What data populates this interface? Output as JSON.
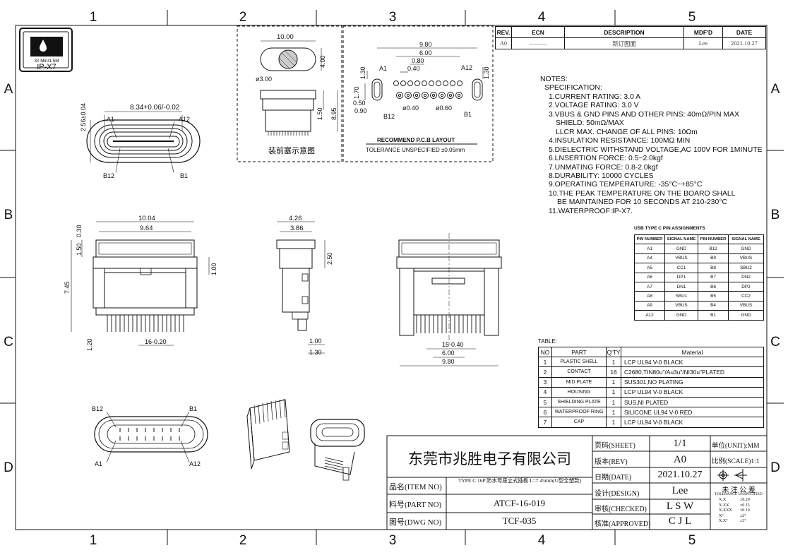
{
  "grid_labels": {
    "columns": [
      "1",
      "2",
      "3",
      "4",
      "5"
    ],
    "rows": [
      "A",
      "B",
      "C",
      "D"
    ]
  },
  "logo": {
    "line1": "30 Min/1.5M",
    "line2": "IP-X7"
  },
  "revision_table": {
    "headers": [
      "REV.",
      "ECN",
      "DESCRIPTION",
      "MDF'D",
      "DATE"
    ],
    "row": {
      "rev": "A0",
      "ecn": "———",
      "description": "新订图面",
      "mdfd": "Lee",
      "date": "2021.10.27"
    }
  },
  "notes": [
    "NOTES:",
    "SPECIFICATION:",
    "1.CURRENT RATING: 3.0 A",
    "2.VOLTAGE RATING: 3.0 V",
    "3.VBUS & GND PINS AND OTHER PINS: 40mΩ/PIN MAX",
    "SHIELD: 50mΩ/MAX",
    "LLCR MAX. CHANGE OF ALL PINS: 10Ωm",
    "4.INSULATION RESISTANCE:  100MΩ MIN",
    "5.DIELECTRIC WITHSTAND VOLTAGE,AC 100V FOR 1MINUTE",
    "6.LNSERTION FORCE: 0.5~2.0kgf",
    "7.UNMATING FORCE: 0.8-2.0kgf",
    "8.DURABILITY: 10000 CYCLES",
    "9.OPERATING TEMPERATURE: -35°C~+85°C",
    "10.THE PEAK TEMPERATURE ON THE BOARO SHALL",
    "BE MAINTAINED FOR 10 SECONDS AT 210-230°C",
    "11.WATERPROOF:IP-X7."
  ],
  "pin_assignments": {
    "title": "USB TYPE C PIN ASSIGNMENTS",
    "headers": [
      "PIN NUMBER",
      "SIGNAL NAME",
      "PIN NUMBER",
      "SIGNAL NAME"
    ],
    "rows": [
      [
        "A1",
        "GND",
        "B12",
        "GND"
      ],
      [
        "A4",
        "VBUS",
        "B9",
        "VBUS"
      ],
      [
        "A5",
        "CC1",
        "B8",
        "SBU2"
      ],
      [
        "A6",
        "DP1",
        "B7",
        "DN2"
      ],
      [
        "A7",
        "DN1",
        "B6",
        "DP2"
      ],
      [
        "A8",
        "SBU1",
        "B5",
        "CC2"
      ],
      [
        "A9",
        "VBUS",
        "B4",
        "VBUS"
      ],
      [
        "A12",
        "GND",
        "B1",
        "GND"
      ]
    ]
  },
  "material_table": {
    "title": "TABLE:",
    "headers": [
      "NO",
      "PART",
      "Q'TY",
      "Material"
    ],
    "rows": [
      [
        "1",
        "PLASTIC SHELL",
        "1",
        "LCP  UL94  V-0  BLACK"
      ],
      [
        "2",
        "CONTACT",
        "16",
        "C2680,TIN80u\"/Au3u\"/NI30u\"PLATED"
      ],
      [
        "3",
        "MID PLATE",
        "1",
        "SUS301,NO  PLATING"
      ],
      [
        "4",
        "HOUSING",
        "1",
        "LCP  UL94  V-0  BLACK"
      ],
      [
        "5",
        "SHIELDING PLATE",
        "1",
        "SUS,NI  PLATED"
      ],
      [
        "6",
        "WATERPROOF RING",
        "1",
        "SILICONE  UL94  V-0  RED"
      ],
      [
        "7",
        "CAP",
        "1",
        "LCP  UL94  V-0  BLACK"
      ]
    ]
  },
  "title_block": {
    "company": "东莞市兆胜电子有限公司",
    "item_no_label": "品名(ITEM NO)",
    "item_no": "TYPE C 16P 防水母座立式插板 L=7.45mm(U型全塑款)",
    "part_no_label": "料号(PART NO)",
    "part_no": "ATCF-16-019",
    "dwg_no_label": "图号(DWG NO)",
    "dwg_no": "TCF-035",
    "sheet_label": "页码(SHEET)",
    "sheet": "1/1",
    "rev_label": "版本(REV)",
    "rev": "A0",
    "date_label": "日期(DATE)",
    "date": "2021.10.27",
    "design_label": "设计(DESIGN)",
    "design": "Lee",
    "checked_label": "审核(CHECKED)",
    "checked": "L S W",
    "approved_label": "核准(APPROVED)",
    "approved": "C J L",
    "unit": "单位(UNIT):MM",
    "scale": "比例(SCALE)1:1",
    "tolerance_title": "未 注 公 差",
    "tolerance_subtitle": "TOLERANCE UNSPECIFIED",
    "tolerances": [
      [
        "X.X",
        "±0.20"
      ],
      [
        "X.XX",
        "±0.15"
      ],
      [
        "X.XXX",
        "±0.10"
      ],
      [
        "X°",
        "±2°"
      ],
      [
        "X.X°",
        "±3°"
      ]
    ]
  },
  "views": {
    "front": {
      "width": "8.34+0.06/-0.02",
      "height": "2.56±0.04",
      "labels": [
        "A1",
        "A12",
        "B12",
        "B1"
      ]
    },
    "pcb_layout": {
      "title": "RECOMMEND P.C.B LAYOUT",
      "tolerance": "TOLERANCE UNSPECIFIED ±0.05mm",
      "dims": [
        "9.80",
        "6.00",
        "0.80",
        "0.40",
        "1.30",
        "1.70",
        "0.50",
        "0.90",
        "ø0.40",
        "ø0.60",
        "1.30"
      ],
      "labels": [
        "A1",
        "A12",
        "B12",
        "B1"
      ]
    },
    "assembly": {
      "caption": "装前塞示意图",
      "dims": [
        "10.00",
        "4.00",
        "ø3.00",
        "8.95",
        "1.50"
      ]
    },
    "side": {
      "dims": [
        "10.04",
        "9.64",
        "0.30",
        "1.50",
        "7.45",
        "1.00",
        "16-0.20",
        "1.20"
      ]
    },
    "profile": {
      "dims": [
        "4.26",
        "3.86",
        "2.50",
        "1.00",
        "1.30"
      ]
    },
    "rear": {
      "dims": [
        "15-0.40",
        "6.00",
        "9.80"
      ]
    },
    "bottom": {
      "labels": [
        "B12",
        "B1",
        "A1",
        "A12"
      ]
    }
  }
}
